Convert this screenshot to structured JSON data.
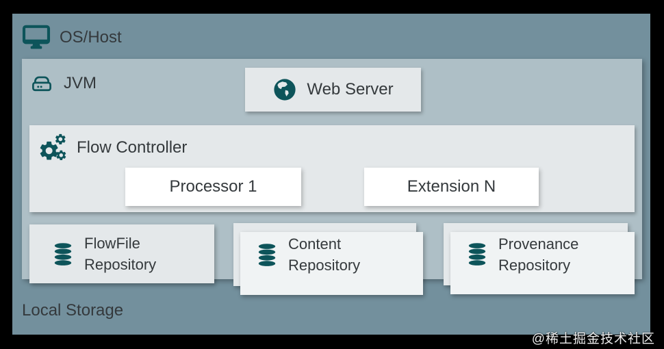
{
  "colors": {
    "canvas": "#000000",
    "os_host_bg": "#73909d",
    "jvm_bg": "#aebfc6",
    "panel_bg": "#e4e8ea",
    "card_bg": "#ffffff",
    "stack_bg": "#f0f3f4",
    "icon": "#0d545a",
    "text": "#34393c"
  },
  "os_host": {
    "label": "OS/Host",
    "icon": "monitor-icon"
  },
  "jvm": {
    "label": "JVM",
    "icon": "drive-icon"
  },
  "web_server": {
    "label": "Web Server",
    "icon": "globe-icon"
  },
  "flow_controller": {
    "label": "Flow Controller",
    "icon": "gears-icon",
    "children": [
      {
        "label": "Processor 1"
      },
      {
        "label": "Extension N"
      }
    ]
  },
  "repositories": [
    {
      "line1": "FlowFile",
      "line2": "Repository",
      "icon": "database-icon",
      "stacked": false
    },
    {
      "line1": "Content",
      "line2": "Repository",
      "icon": "database-icon",
      "stacked": true
    },
    {
      "line1": "Provenance",
      "line2": "Repository",
      "icon": "database-icon",
      "stacked": true
    }
  ],
  "local_storage_label": "Local Storage",
  "watermark": "@稀土掘金技术社区"
}
